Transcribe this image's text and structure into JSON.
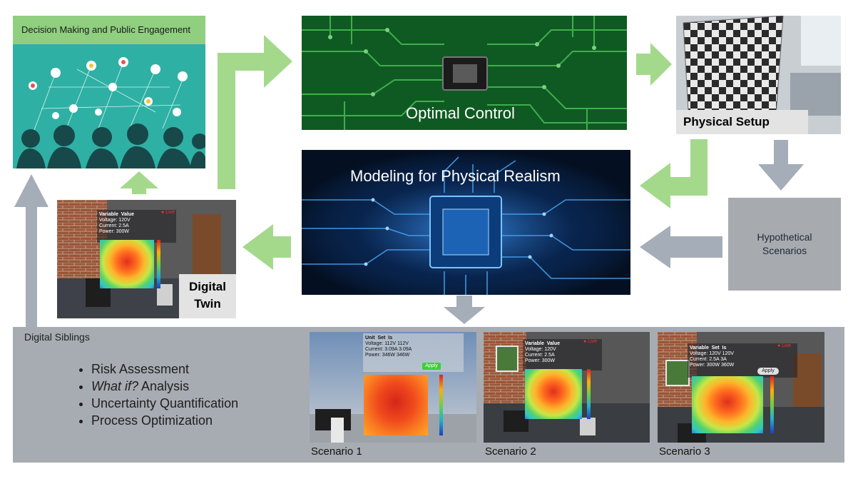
{
  "decision_panel": {
    "title": "Decision Making and Public Engagement"
  },
  "optimal_control": {
    "label": "Optimal Control"
  },
  "physical_setup": {
    "label": "Physical Setup"
  },
  "modeling": {
    "label": "Modeling for Physical Realism"
  },
  "hypothetical": {
    "line1": "Hypothetical",
    "line2": "Scenarios"
  },
  "digital_twin": {
    "line1": "Digital",
    "line2": "Twin",
    "hud": {
      "header": [
        "Variable",
        "Value"
      ],
      "rows": [
        [
          "Voltage:",
          "120V"
        ],
        [
          "Current:",
          "2.5A"
        ],
        [
          "Power:",
          "300W"
        ]
      ],
      "live": "Live"
    }
  },
  "siblings": {
    "title": "Digital Siblings",
    "bullets": [
      {
        "em": "",
        "text": "Risk Assessment"
      },
      {
        "em": "What if?",
        "text": " Analysis"
      },
      {
        "em": "",
        "text": "Uncertainty Quantification"
      },
      {
        "em": "",
        "text": "Process Optimization"
      }
    ]
  },
  "scenarios": [
    {
      "caption": "Scenario 1",
      "hud_header": [
        "Unit",
        "Set",
        "Is"
      ],
      "hud_rows": [
        [
          "Voltage:",
          "112V",
          "112V"
        ],
        [
          "Current:",
          "3.09A",
          "3.09A"
        ],
        [
          "Power:",
          "346W",
          "346W"
        ]
      ],
      "button": "Apply"
    },
    {
      "caption": "Scenario 2",
      "hud_header": [
        "Variable",
        "Value"
      ],
      "hud_rows": [
        [
          "Voltage:",
          "120V"
        ],
        [
          "Current:",
          "2.5A"
        ],
        [
          "Power:",
          "300W"
        ]
      ],
      "live": "Live"
    },
    {
      "caption": "Scenario 3",
      "hud_header": [
        "Variable",
        "Set",
        "Is"
      ],
      "hud_rows": [
        [
          "Voltage:",
          "120V",
          "120V"
        ],
        [
          "Current:",
          "2.5A",
          "3A"
        ],
        [
          "Power:",
          "300W",
          "360W"
        ]
      ],
      "button": "Apply",
      "live": "Live"
    }
  ],
  "colors": {
    "arrow_green": "#a4d98c",
    "arrow_gray": "#a5adb8",
    "siblings_bg": "#a7acb2",
    "label_bg": "#e3e3e3"
  }
}
